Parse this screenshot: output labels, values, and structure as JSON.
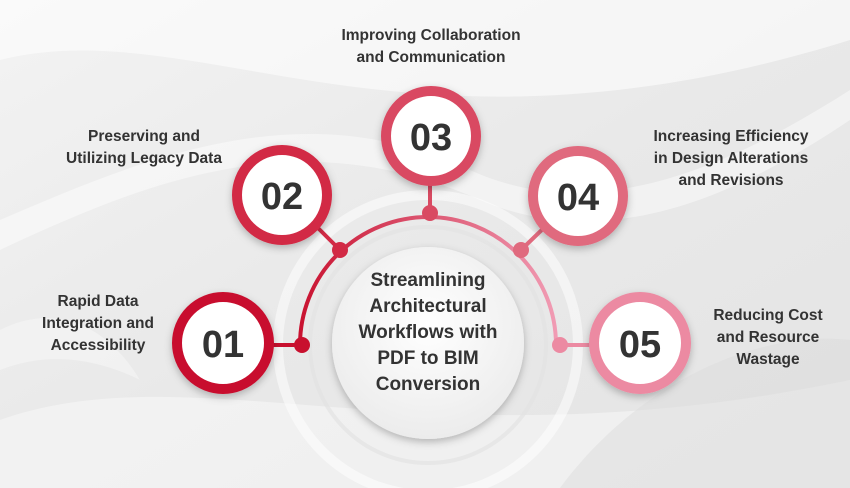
{
  "center": {
    "lines": [
      "Streamlining",
      "Architectural",
      "Workflows with",
      "PDF to BIM",
      "Conversion"
    ]
  },
  "steps": [
    {
      "number": "01",
      "label": [
        "Rapid Data",
        "Integration and",
        "Accessibility"
      ],
      "color": "#c8102e"
    },
    {
      "number": "02",
      "label": [
        "Preserving and",
        "Utilizing Legacy Data"
      ],
      "color": "#d22a45"
    },
    {
      "number": "03",
      "label": [
        "Improving Collaboration",
        "and Communication"
      ],
      "color": "#d94a62"
    },
    {
      "number": "04",
      "label": [
        "Increasing Efficiency",
        "in Design Alterations",
        "and Revisions"
      ],
      "color": "#e06a7e"
    },
    {
      "number": "05",
      "label": [
        "Reducing Cost",
        "and Resource",
        "Wastage"
      ],
      "color": "#ec8aa2"
    }
  ],
  "colors": {
    "text": "#333333",
    "arc_start": "#c8102e",
    "arc_end": "#f2a0b8"
  }
}
